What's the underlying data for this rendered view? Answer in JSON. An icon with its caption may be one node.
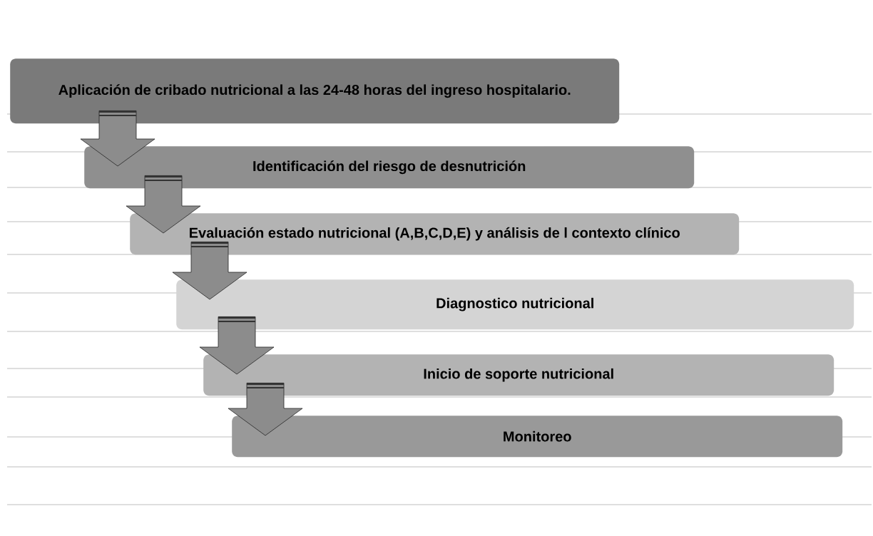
{
  "diagram": {
    "nodes": [
      {
        "text": [
          "Aplicación de cribado nutricional a las 24-48 horas del ingreso hospitalario."
        ]
      },
      {
        "text": [
          "Identificación del riesgo de desnutrición"
        ]
      },
      {
        "text": [
          "Evaluación estado nutricional (A,B,C,D,E) y análisis de l contexto clínico"
        ]
      },
      {
        "text": [
          "Diagnostico nutricional"
        ]
      },
      {
        "text": [
          "Inicio de soporte nutricional"
        ]
      },
      {
        "text": [
          "Monitoreo"
        ]
      }
    ],
    "edges": [
      {
        "from": 0,
        "to": 1,
        "arrow": "to"
      },
      {
        "from": 1,
        "to": 2,
        "arrow": "to"
      },
      {
        "from": 2,
        "to": 3,
        "arrow": "to"
      },
      {
        "from": 3,
        "to": 4,
        "arrow": "to"
      },
      {
        "from": 4,
        "to": 5,
        "arrow": "to"
      }
    ]
  }
}
